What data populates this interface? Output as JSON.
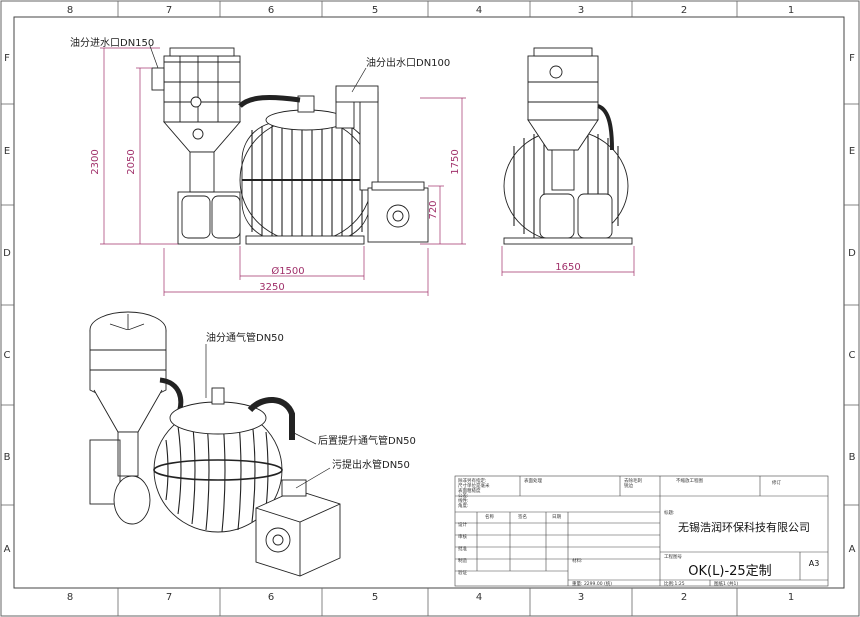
{
  "zones": {
    "columns": [
      "8",
      "7",
      "6",
      "5",
      "4",
      "3",
      "2",
      "1"
    ],
    "rows": [
      "F",
      "E",
      "D",
      "C",
      "B",
      "A"
    ]
  },
  "callouts": {
    "inlet": "油分进水口DN150",
    "outlet": "油分出水口DN100",
    "vent": "油分通气管DN50",
    "rear_vent": "后置提升通气管DN50",
    "sewage_out": "污提出水管DN50"
  },
  "dimensions": {
    "height_total": "2300",
    "height_mid": "2050",
    "height_tank": "1750",
    "height_pump": "720",
    "diameter": "Ø1500",
    "length_total": "3250",
    "width_side": "1650"
  },
  "title_block": {
    "unlabeled_note": "除非另有指定:\n尺寸单位是毫米\n表面粗糙度\n公差:\n线性:\n角度:",
    "surface": "表面处理",
    "deburr": "去除毛刺\n锐边",
    "no_scale": "不缩放工程图",
    "revision": "修订",
    "col_name": "名称",
    "col_sign": "签名",
    "col_date": "日期",
    "rows": [
      "设计",
      "审核",
      "批准",
      "制造",
      "验证"
    ],
    "title_label": "标题:",
    "material": "材料:",
    "drawing_no_label": "工程图号",
    "weight": "重量: 2299.00 (统)",
    "scale": "比例:1:25",
    "sheet": "图纸1 (共1)",
    "company": "无锡浩润环保科技有限公司",
    "drawing_no": "OK(L)-25定制",
    "size": "A3"
  },
  "colors": {
    "dimension": "#a0306a",
    "line": "#222222",
    "border": "#444444"
  }
}
